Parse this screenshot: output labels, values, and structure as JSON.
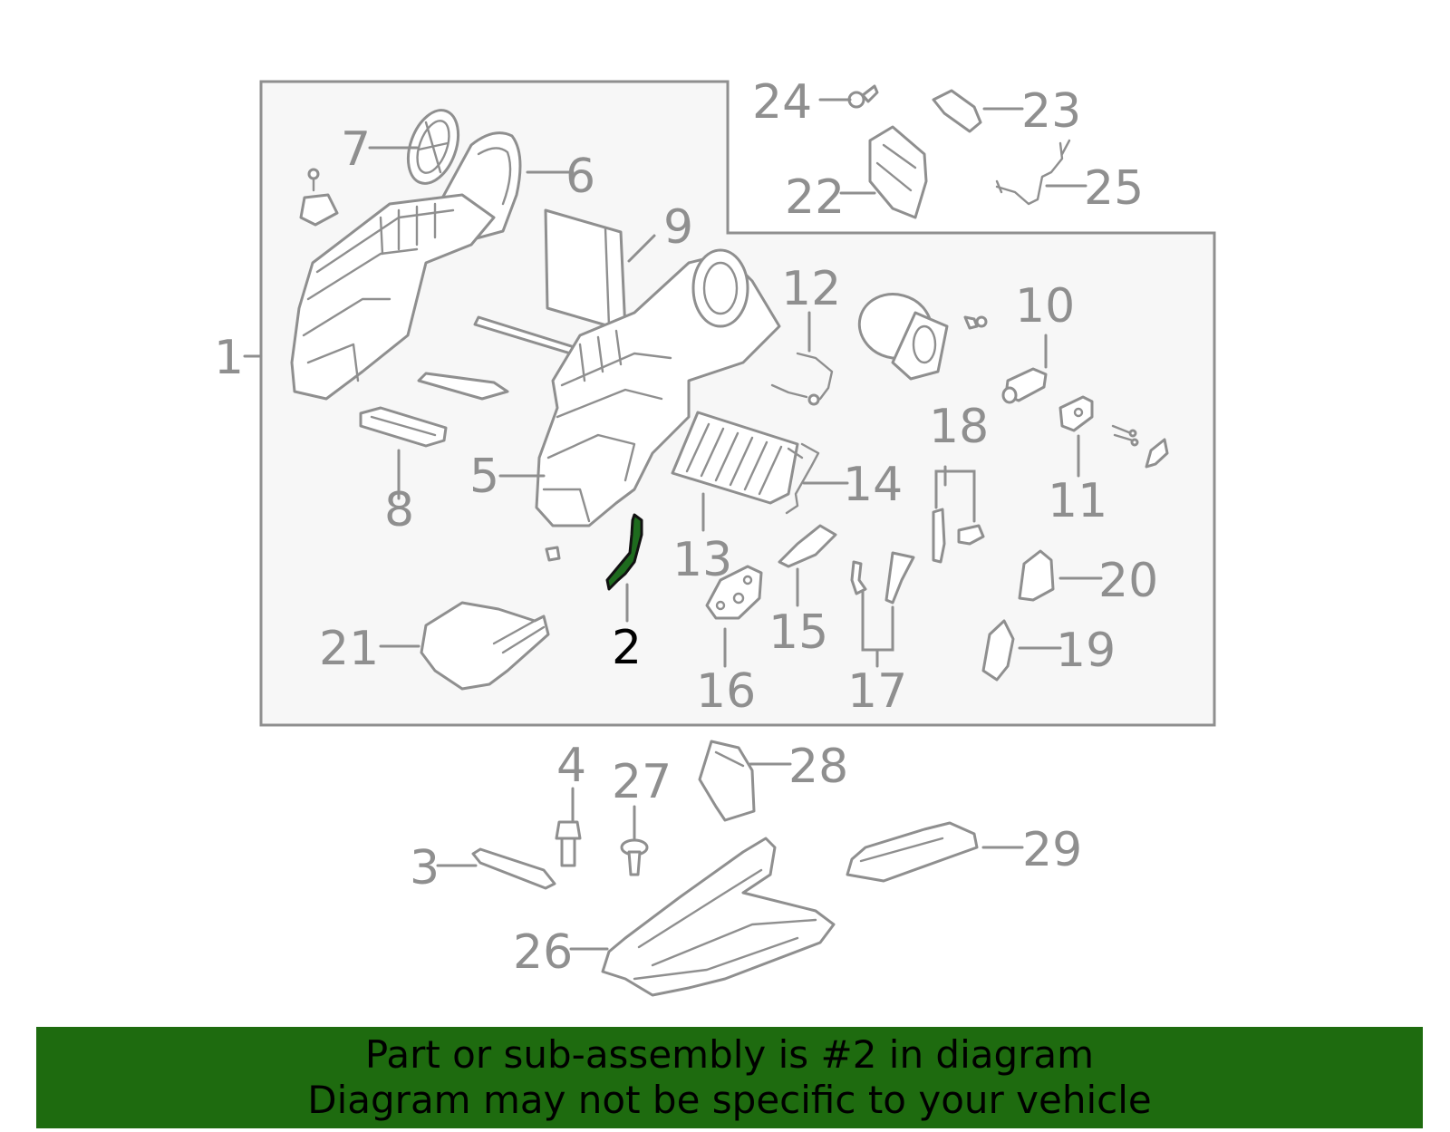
{
  "colors": {
    "line": "#8f8f8f",
    "highlight": "#1e6b1e",
    "banner": "#1e6b0f",
    "box_fill": "#f7f7f7"
  },
  "labels": {
    "l1": "1",
    "l2": "2",
    "l3": "3",
    "l4": "4",
    "l5": "5",
    "l6": "6",
    "l7": "7",
    "l8": "8",
    "l9": "9",
    "l10": "10",
    "l11": "11",
    "l12": "12",
    "l13": "13",
    "l14": "14",
    "l15": "15",
    "l16": "16",
    "l17": "17",
    "l18": "18",
    "l19": "19",
    "l20": "20",
    "l21": "21",
    "l22": "22",
    "l23": "23",
    "l24": "24",
    "l25": "25",
    "l26": "26",
    "l27": "27",
    "l28": "28",
    "l29": "29"
  },
  "highlighted_part": "2",
  "banner": {
    "line1": "Part or sub-assembly is #2 in diagram",
    "line2": "Diagram may not be specific to your vehicle"
  }
}
